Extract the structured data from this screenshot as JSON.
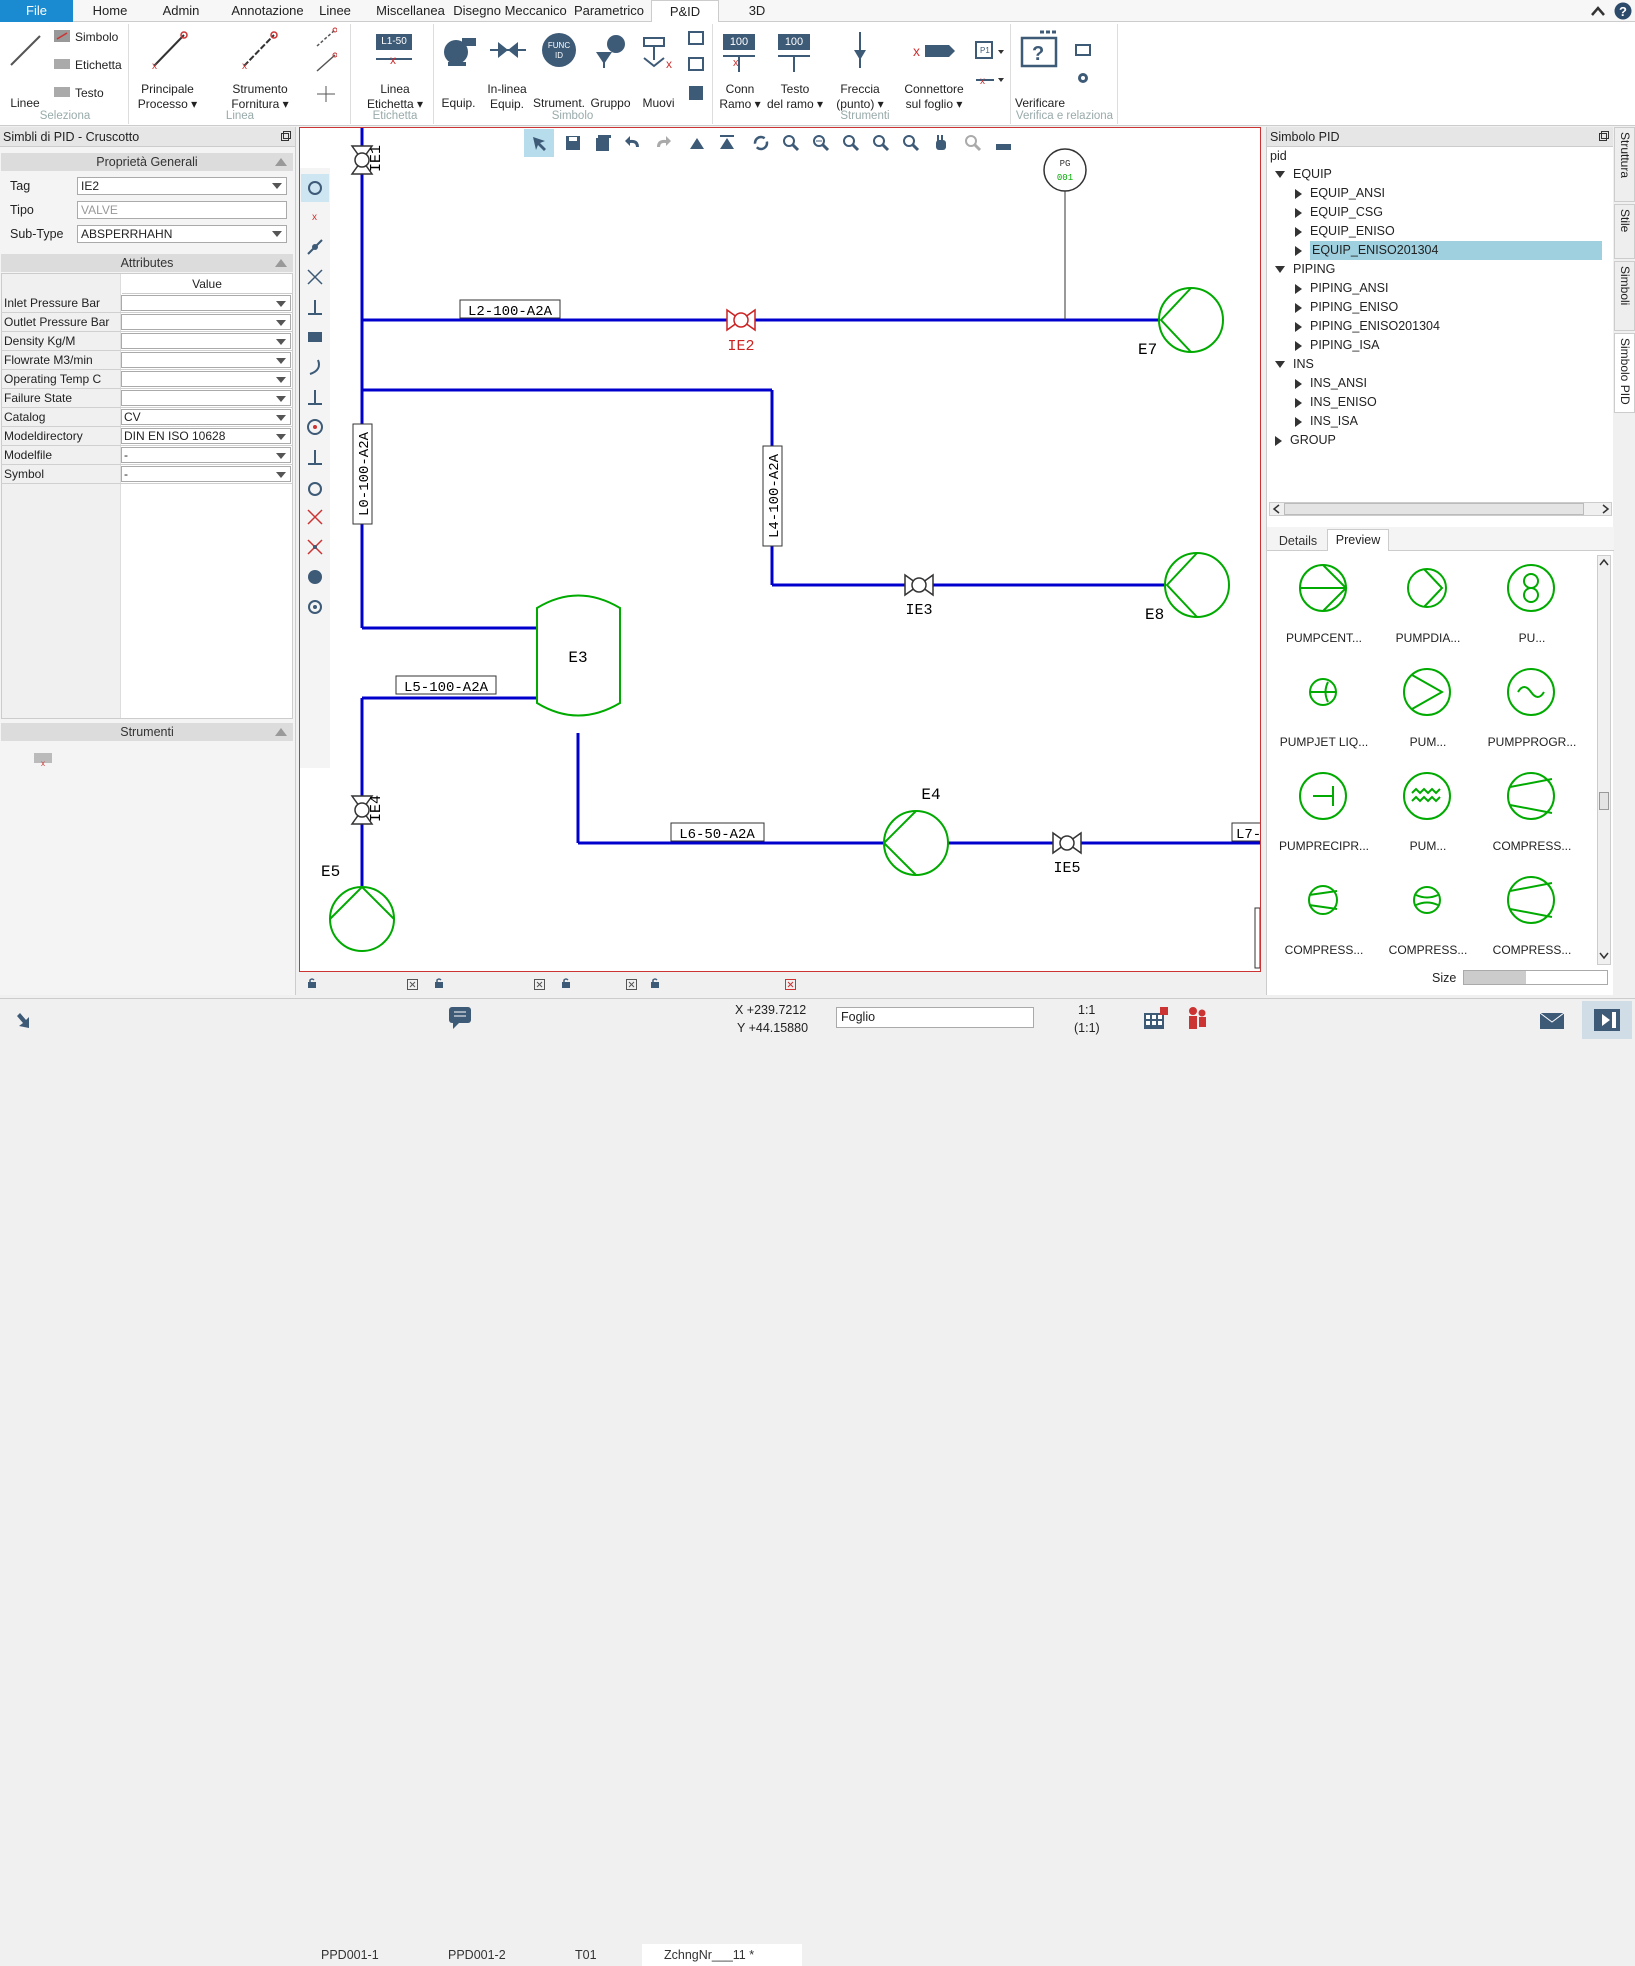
{
  "ribbon_tabs": [
    "File",
    "Home",
    "Admin",
    "Annotazione",
    "Linee",
    "Miscellanea",
    "Disegno Meccanico",
    "Parametrico",
    "P&ID",
    "3D"
  ],
  "ribbon": {
    "linee": "Linee",
    "simbolo": "Simbolo",
    "etichetta": "Etichetta",
    "testo": "Testo",
    "principale": "Principale",
    "processo": "Processo ▾",
    "strumento": "Strumento",
    "fornitura": "Fornitura ▾",
    "linea_badge": "L1-50",
    "linea": "Linea",
    "linea_etichetta": "Etichetta ▾",
    "equip": "Equip.",
    "inlinea": "In-linea",
    "inlinea2": "Equip.",
    "func_badge": "FUNC ID",
    "strument": "Strument.",
    "gruppo": "Gruppo",
    "muovi": "Muovi",
    "conn_badge": "100",
    "conn": "Conn",
    "ramo": "Ramo ▾",
    "testo_badge": "100",
    "testo2": "Testo",
    "del_ramo": "del ramo ▾",
    "freccia": "Freccia",
    "punto": "(punto) ▾",
    "connettore": "Connettore",
    "sul_foglio": "sul foglio ▾",
    "verificare": "Verificare",
    "groups": [
      "Seleziona",
      "Linea",
      "Etichetta",
      "Simbolo",
      "Strumenti",
      "Verifica e relaziona"
    ]
  },
  "left": {
    "title": "Simbli di PID  - Cruscotto",
    "general_header": "Proprietà Generali",
    "tag_label": "Tag",
    "tag_value": "IE2",
    "tipo_label": "Tipo",
    "tipo_value": "VALVE",
    "subtype_label": "Sub-Type",
    "subtype_value": "ABSPERRHAHN",
    "attr_header": "Attributes",
    "value_header": "Value",
    "attributes": [
      {
        "name": "Inlet Pressure Bar",
        "value": ""
      },
      {
        "name": "Outlet Pressure Bar",
        "value": ""
      },
      {
        "name": "Density Kg/M",
        "value": ""
      },
      {
        "name": "Flowrate M3/min",
        "value": ""
      },
      {
        "name": "Operating Temp C",
        "value": ""
      },
      {
        "name": "Failure State",
        "value": ""
      },
      {
        "name": "Catalog",
        "value": "CV"
      },
      {
        "name": "Modeldirectory",
        "value": "DIN EN ISO 10628"
      },
      {
        "name": "Modelfile",
        "value": "-"
      },
      {
        "name": "Symbol",
        "value": "-"
      }
    ],
    "tools_header": "Strumenti"
  },
  "drawing": {
    "labels": [
      "L2-100-A2A",
      "L0-100-A2A",
      "L4-100-A2A",
      "L5-100-A2A",
      "L6-50-A2A",
      "L7-"
    ],
    "tags": [
      "IE1",
      "IE2",
      "IE3",
      "IE4",
      "IE5",
      "E7",
      "E8",
      "E3",
      "E4",
      "E5"
    ],
    "pg_top": "PG",
    "pg_bottom": "001"
  },
  "right": {
    "title": "Simbolo PID",
    "root": "pid",
    "tree": [
      {
        "label": "EQUIP",
        "level": 0,
        "open": true
      },
      {
        "label": "EQUIP_ANSI",
        "level": 1
      },
      {
        "label": "EQUIP_CSG",
        "level": 1
      },
      {
        "label": "EQUIP_ENISO",
        "level": 1
      },
      {
        "label": "EQUIP_ENISO201304",
        "level": 1,
        "selected": true
      },
      {
        "label": "PIPING",
        "level": 0,
        "open": true
      },
      {
        "label": "PIPING_ANSI",
        "level": 1
      },
      {
        "label": "PIPING_ENISO",
        "level": 1
      },
      {
        "label": "PIPING_ENISO201304",
        "level": 1
      },
      {
        "label": "PIPING_ISA",
        "level": 1
      },
      {
        "label": "INS",
        "level": 0,
        "open": true
      },
      {
        "label": "INS_ANSI",
        "level": 1
      },
      {
        "label": "INS_ENISO",
        "level": 1
      },
      {
        "label": "INS_ISA",
        "level": 1
      },
      {
        "label": "GROUP",
        "level": 0,
        "open": false
      }
    ],
    "tab_details": "Details",
    "tab_preview": "Preview",
    "previews": [
      "PUMPCENT...",
      "PUMPDIA...",
      "PU...",
      "PUMPJET LIQ...",
      "PUM...",
      "PUMPPROGR...",
      "PUMPRECIPR...",
      "PUM...",
      "COMPRESS...",
      "COMPRESS...",
      "COMPRESS...",
      "COMPRESS..."
    ],
    "size_label": "Size",
    "vtabs": [
      "Struttura",
      "Stile",
      "Simboli",
      "Simbolo PID"
    ]
  },
  "sheets": [
    "PPD001-1",
    "PPD001-2",
    "T01",
    "ZchngNr___11 *"
  ],
  "status": {
    "x": "X +239.7212",
    "y": "Y +44.15880",
    "foglio": "Foglio",
    "scale": "1:1",
    "scale2": "(1:1)"
  },
  "colors": {
    "pipe": "#0000cc",
    "equip": "#00aa00",
    "accent": "#1a8bd0",
    "select": "#9fd0e0",
    "valve_sel": "#cc2222"
  }
}
